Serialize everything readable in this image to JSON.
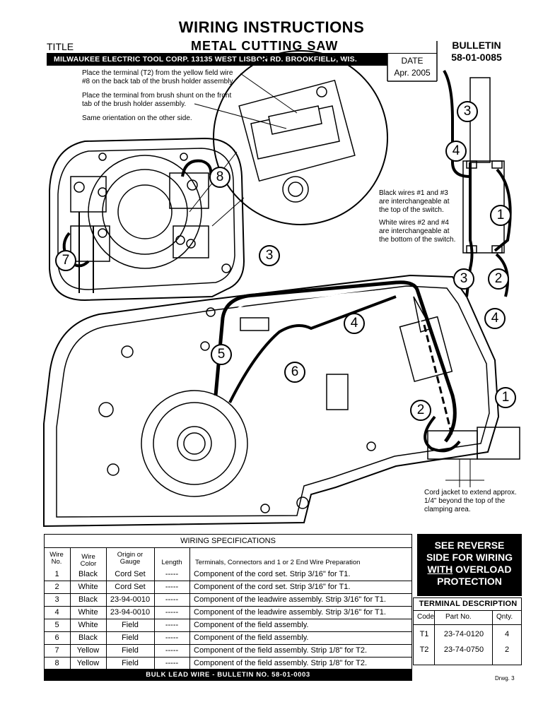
{
  "header": {
    "main_title": "WIRING INSTRUCTIONS",
    "title_label": "TITLE",
    "product": "METAL CUTTING SAW",
    "company": "MILWAUKEE ELECTRIC TOOL CORP.  13135 WEST LISBON RD. BROOKFIELD, WIS.",
    "date_label": "DATE",
    "date_value": "Apr. 2005",
    "bulletin_label": "BULLETIN",
    "bulletin_no": "58-01-0085"
  },
  "notes": {
    "n1a": "Place the terminal (T2) from the yellow field wire",
    "n1b": "#8 on the back tab of the brush holder assembly.",
    "n2a": "Place the terminal from brush shunt on the front",
    "n2b": "tab of the brush holder assembly.",
    "n3": "Same orientation on the other side.",
    "n4a": "Black wires #1 and #3",
    "n4b": "are interchangeable at",
    "n4c": "the top of the switch.",
    "n5a": "White wires #2 and #4",
    "n5b": "are interchangeable at",
    "n5c": "the bottom of the switch.",
    "n6a": "Cord jacket to extend approx.",
    "n6b": "1/4\" beyond the top of the",
    "n6c": "clamping area."
  },
  "callouts": {
    "c1a": "1",
    "c1b": "1",
    "c2a": "2",
    "c2b": "2",
    "c3a": "3",
    "c3b": "3",
    "c3c": "3",
    "c4a": "4",
    "c4b": "4",
    "c4c": "4",
    "c5": "5",
    "c6": "6",
    "c7": "7",
    "c8": "8"
  },
  "spec_table": {
    "title": "WIRING SPECIFICATIONS",
    "headers": {
      "wire_no_1": "Wire",
      "wire_no_2": "No.",
      "wire_color_1": "Wire",
      "wire_color_2": "Color",
      "gauge_1": "Origin or",
      "gauge_2": "Gauge",
      "length": "Length",
      "terminals": "Terminals, Connectors and 1 or 2 End Wire Preparation"
    },
    "rows": [
      {
        "no": "1",
        "color": "Black",
        "gauge": "Cord Set",
        "length": "-----",
        "desc": "Component of the cord set. Strip 3/16\" for T1."
      },
      {
        "no": "2",
        "color": "White",
        "gauge": "Cord Set",
        "length": "-----",
        "desc": "Component of the cord set. Strip 3/16\" for T1."
      },
      {
        "no": "3",
        "color": "Black",
        "gauge": "23-94-0010",
        "length": "-----",
        "desc": "Component of the leadwire assembly. Strip 3/16\" for T1."
      },
      {
        "no": "4",
        "color": "White",
        "gauge": "23-94-0010",
        "length": "-----",
        "desc": "Component of the leadwire assembly. Strip 3/16\" for T1."
      },
      {
        "no": "5",
        "color": "White",
        "gauge": "Field",
        "length": "-----",
        "desc": "Component of the field assembly."
      },
      {
        "no": "6",
        "color": "Black",
        "gauge": "Field",
        "length": "-----",
        "desc": "Component of the field assembly."
      },
      {
        "no": "7",
        "color": "Yellow",
        "gauge": "Field",
        "length": "-----",
        "desc": "Component of the field assembly. Strip 1/8\" for T2."
      },
      {
        "no": "8",
        "color": "Yellow",
        "gauge": "Field",
        "length": "-----",
        "desc": "Component of the field assembly. Strip 1/8\" for T2."
      }
    ],
    "footer": "BULK LEAD WIRE - BULLETIN NO. 58-01-0003"
  },
  "reverse_box": {
    "line1": "SEE REVERSE",
    "line2": "SIDE FOR WIRING",
    "line3_u": "WITH",
    "line3_rest": " OVERLOAD",
    "line4": "PROTECTION"
  },
  "terminal_table": {
    "title": "TERMINAL DESCRIPTION",
    "headers": {
      "code": "Code",
      "part": "Part No.",
      "qty": "Qnty."
    },
    "rows": [
      {
        "code": "T1",
        "part": "23-74-0120",
        "qty": "4"
      },
      {
        "code": "T2",
        "part": "23-74-0750",
        "qty": "2"
      }
    ]
  },
  "drawing_no": "Drwg. 3"
}
